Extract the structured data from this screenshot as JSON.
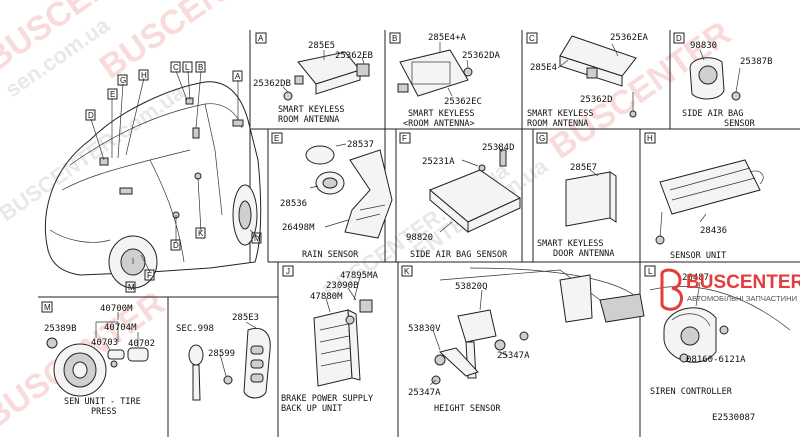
{
  "sections": [
    {
      "letter": "A",
      "parts": [
        "285E5",
        "25362EB",
        "25362DB"
      ],
      "title": [
        "SMART KEYLESS",
        "ROOM ANTENNA"
      ]
    },
    {
      "letter": "B",
      "parts": [
        "285E4+A",
        "25362DA",
        "25362EC"
      ],
      "title": [
        "SMART KEYLESS",
        "<ROOM ANTENNA>"
      ]
    },
    {
      "letter": "C",
      "parts": [
        "25362EA",
        "285E4",
        "25362D"
      ],
      "title": [
        "SMART KEYLESS",
        "ROOM ANTENNA"
      ]
    },
    {
      "letter": "D",
      "parts": [
        "98830",
        "25387B"
      ],
      "title": [
        "SIDE AIR BAG",
        "SENSOR"
      ]
    },
    {
      "letter": "E",
      "parts": [
        "28537",
        "28536",
        "26498M"
      ],
      "title": [
        "RAIN SENSOR"
      ]
    },
    {
      "letter": "F",
      "parts": [
        "25384D",
        "25231A",
        "98820"
      ],
      "title": [
        "SIDE AIR BAG SENSOR"
      ]
    },
    {
      "letter": "G",
      "parts": [
        "285E7"
      ],
      "title": [
        "SMART KEYLESS",
        "DOOR ANTENNA"
      ]
    },
    {
      "letter": "H",
      "parts": [
        "28436"
      ],
      "title": [
        "SENSOR UNIT"
      ]
    },
    {
      "letter": "J",
      "parts": [
        "47895MA",
        "23090B",
        "47880M"
      ],
      "title": [
        "BRAKE POWER SUPPLY",
        "BACK UP UNIT"
      ]
    },
    {
      "letter": "K",
      "parts": [
        "53820Q",
        "53830V",
        "25347A",
        "25347A"
      ],
      "title": [
        "HEIGHT SENSOR"
      ]
    },
    {
      "letter": "L",
      "parts": [
        "28487",
        "08160-6121A"
      ],
      "title": [
        "SIREN CONTROLLER"
      ]
    },
    {
      "letter": "M",
      "parts": [
        "40700M",
        "40704M",
        "25389B",
        "40703",
        "40702"
      ],
      "title": [
        "SEN UNIT - TIRE",
        "PRESS"
      ]
    }
  ],
  "key": {
    "ref": "SEC.998",
    "parts": [
      "285E3",
      "28599"
    ]
  },
  "vehicle_callouts": [
    "D",
    "E",
    "G",
    "H",
    "C",
    "L",
    "B",
    "A",
    "F",
    "D",
    "K",
    "M",
    "M"
  ],
  "diagram_code": "E2530087",
  "brand": {
    "name": "BUSCENTER",
    "tagline": "АВТОМОБІЛЬНІ ЗАПЧАСТИНИ",
    "red": "#e43b3b"
  },
  "watermarks": [
    "BUSCENTER",
    "BUSCENTER",
    "BUSCENTER.com.ua",
    "BUSCENTER.com.ua",
    "BUSCENTER",
    "sen.com.ua",
    "BUSCENTER",
    "ENTER.com.ua"
  ]
}
